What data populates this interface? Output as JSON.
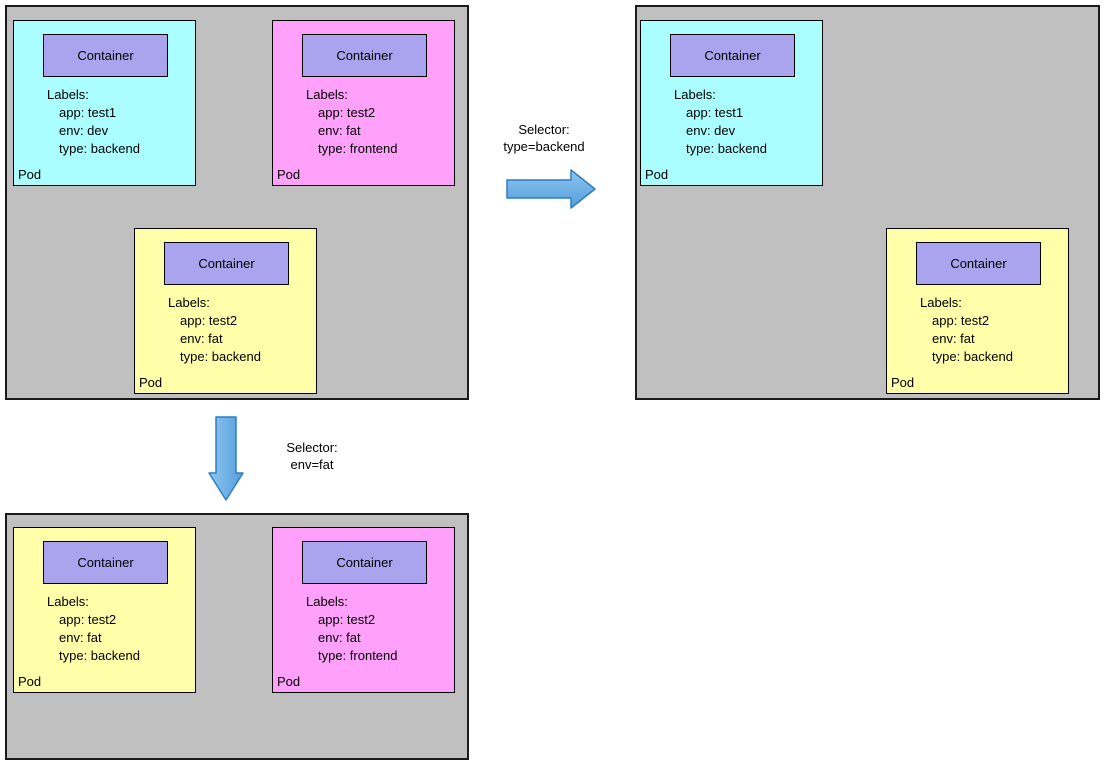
{
  "diagram": {
    "kind": "kubernetes-label-selector-diagram",
    "container_label": "Container",
    "pod_label": "Pod",
    "labels_heading": "Labels:"
  },
  "colors": {
    "node_background": "#C0C0C0",
    "node_border": "#1a1a1a",
    "pod_cyan": "#AAFEFF",
    "pod_magenta": "#FFA0FA",
    "pod_yellow": "#FFFFA9",
    "container_fill": "#A9A4ED",
    "arrow_fill_light": "#8EC7F0",
    "arrow_fill_dark": "#549EDC",
    "arrow_border": "#2E7CC3"
  },
  "groups": [
    {
      "name": "source-node",
      "pods": [
        {
          "color": "cyan",
          "labels": [
            "app: test1",
            "env: dev",
            "type: backend"
          ]
        },
        {
          "color": "magenta",
          "labels": [
            "app: test2",
            "env: fat",
            "type: frontend"
          ]
        },
        {
          "color": "yellow",
          "labels": [
            "app: test2",
            "env: fat",
            "type: backend"
          ]
        }
      ]
    },
    {
      "name": "result-type-backend",
      "pods": [
        {
          "color": "cyan",
          "labels": [
            "app: test1",
            "env: dev",
            "type: backend"
          ]
        },
        {
          "color": "yellow",
          "labels": [
            "app: test2",
            "env: fat",
            "type: backend"
          ]
        }
      ]
    },
    {
      "name": "result-env-fat",
      "pods": [
        {
          "color": "yellow",
          "labels": [
            "app: test2",
            "env: fat",
            "type: backend"
          ]
        },
        {
          "color": "magenta",
          "labels": [
            "app: test2",
            "env: fat",
            "type: frontend"
          ]
        }
      ]
    }
  ],
  "selectors": [
    {
      "line1": "Selector:",
      "line2": "type=backend"
    },
    {
      "line1": "Selector:",
      "line2": "env=fat"
    }
  ]
}
